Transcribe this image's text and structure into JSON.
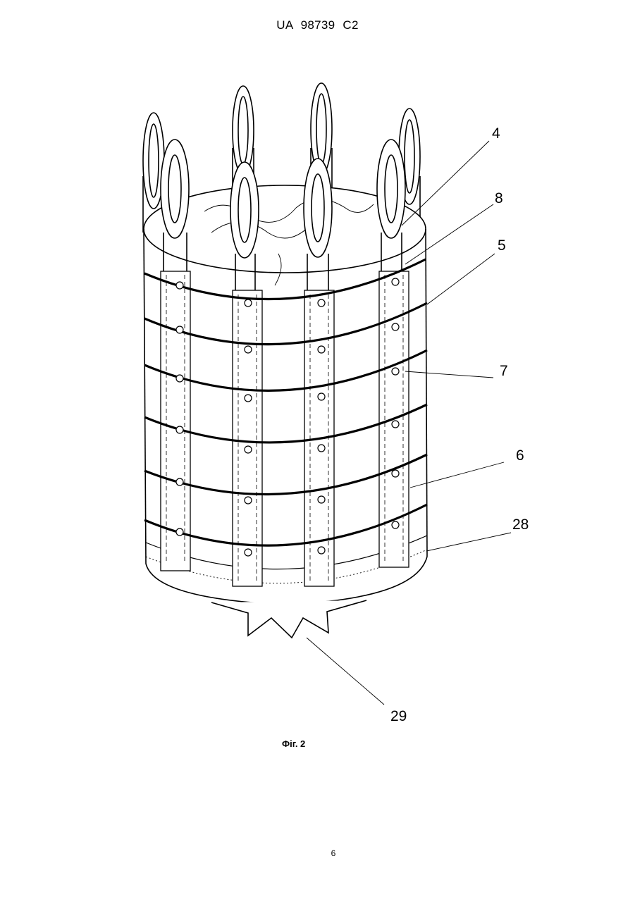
{
  "document": {
    "header": "UA 98739 C2",
    "caption": "Фіг. 2",
    "page_number": "6"
  },
  "figure": {
    "reference_numerals": [
      "4",
      "8",
      "5",
      "7",
      "6",
      "28",
      "29"
    ]
  }
}
